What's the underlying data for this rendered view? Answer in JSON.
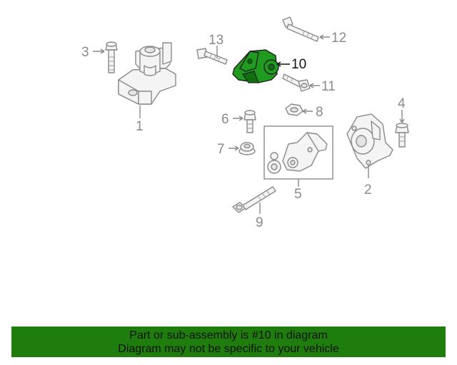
{
  "callouts": {
    "c1": "1",
    "c2": "2",
    "c3": "3",
    "c4": "4",
    "c5": "5",
    "c6": "6",
    "c7": "7",
    "c8": "8",
    "c9": "9",
    "c10": "10",
    "c11": "11",
    "c12": "12",
    "c13": "13"
  },
  "highlighted_part": "10",
  "colors": {
    "highlight": "#1f9b1f",
    "banner": "#1f7d0e",
    "line": "#8a8a8a"
  },
  "banner": {
    "line1": "Part or sub-assembly is #10 in diagram",
    "line2": "Diagram may not be specific to your vehicle"
  }
}
